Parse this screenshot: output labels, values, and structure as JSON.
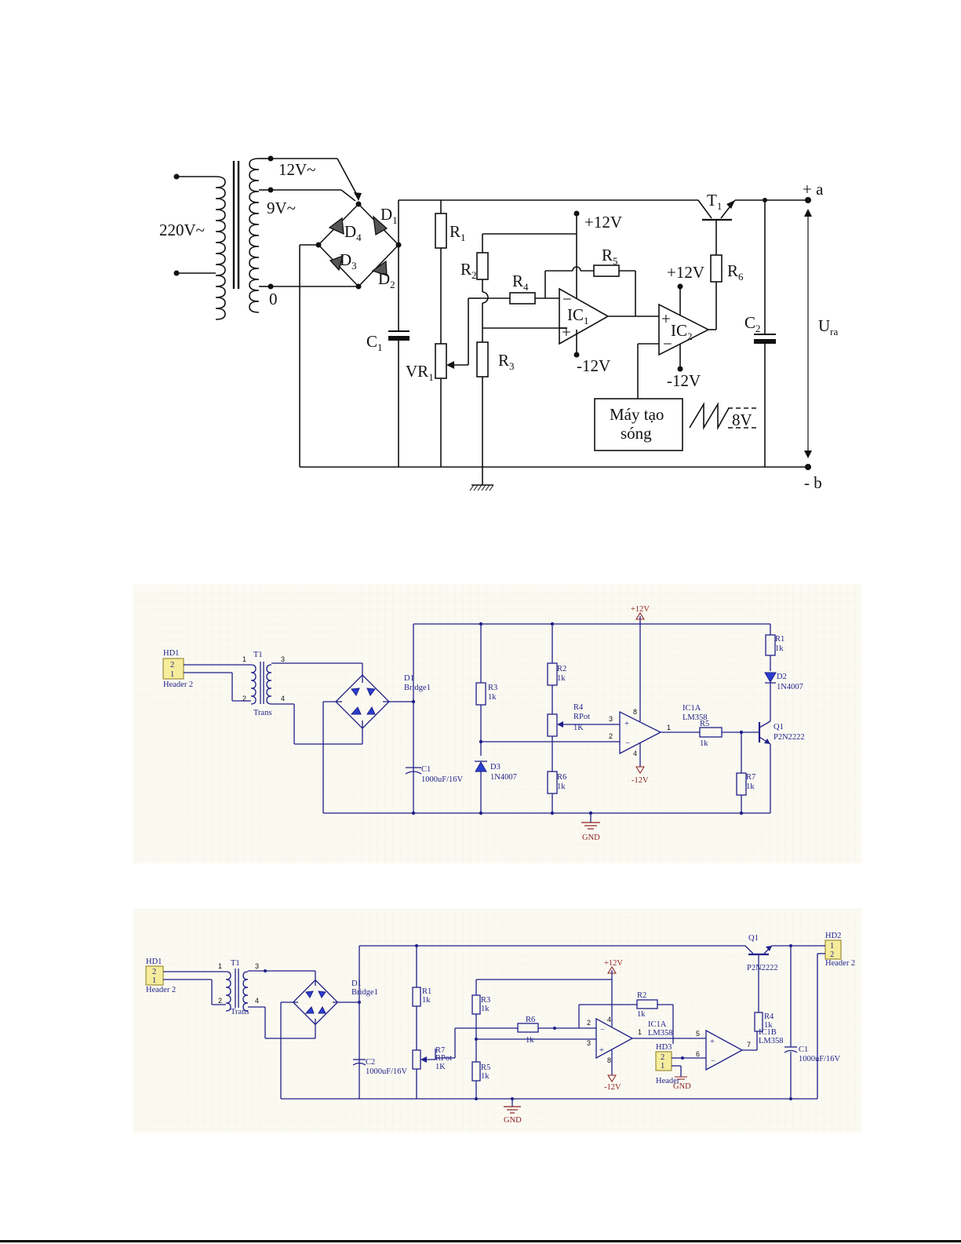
{
  "figure1": {
    "labels": {
      "v220": "220V~",
      "v12": "12V~",
      "v9": "9V~",
      "zero": "0",
      "d1": "D",
      "d1s": "1",
      "d2": "D",
      "d2s": "2",
      "d3": "D",
      "d3s": "3",
      "d4": "D",
      "d4s": "4",
      "c1": "C",
      "c1s": "1",
      "r1": "R",
      "r1s": "1",
      "vr1": "VR",
      "vr1s": "1",
      "r2": "R",
      "r2s": "2",
      "r3": "R",
      "r3s": "3",
      "r4": "R",
      "r4s": "4",
      "r5": "R",
      "r5s": "5",
      "r6": "R",
      "r6s": "6",
      "ic1": "IC",
      "ic1s": "1",
      "ic2": "IC",
      "ic2s": "2",
      "t1": "T",
      "t1s": "1",
      "c2": "C",
      "c2s": "2",
      "ura": "U",
      "uras": "ra",
      "vcc_a": "+12V",
      "vcc_b": "+12V",
      "vee_a": "-12V",
      "vee_b": "-12V",
      "plus_a": "+ a",
      "minus_b": "- b",
      "wavegen_line1": "Máy tạo",
      "wavegen_line2": "sóng",
      "wave_amp": "8V",
      "op_minus": "−",
      "op_plus": "+"
    }
  },
  "figure2": {
    "labels": {
      "hd1": "HD1",
      "hd1_pin2": "2",
      "hd1_pin1": "1",
      "hd1_type": "Header 2",
      "t1": "T1",
      "t1_type": "Trans",
      "p1": "1",
      "p2": "2",
      "p3": "3",
      "p4": "4",
      "d1": "D1",
      "bridge": "Bridge1",
      "c1": "C1",
      "c1_val": "1000uF/16V",
      "r3": "R3",
      "r3_val": "1k",
      "d3": "D3",
      "d3_val": "1N4007",
      "r2": "R2",
      "r2_val": "1k",
      "r4": "R4",
      "r4_type": "RPot",
      "r4_val": "1K",
      "r6": "R6",
      "r6_val": "1k",
      "vcc": "+12V",
      "vee": "-12V",
      "ic1a": "IC1A",
      "lm358": "LM358",
      "op_p3": "3",
      "op_p2": "2",
      "op_p1": "1",
      "op_p8": "8",
      "op_p4": "4",
      "r5": "R5",
      "r5_val": "1k",
      "r7": "R7",
      "r7_val": "1k",
      "r1": "R1",
      "r1_val": "1k",
      "d2": "D2",
      "d2_val": "1N4007",
      "q1": "Q1",
      "q1_type": "P2N2222",
      "gnd": "GND"
    }
  },
  "figure3": {
    "labels": {
      "hd1": "HD1",
      "hd1_pin2": "2",
      "hd1_pin1": "1",
      "hd1_type": "Header 2",
      "t1": "T1",
      "t1_type": "Trans",
      "p1": "1",
      "p2": "2",
      "p3": "3",
      "p4": "4",
      "d1": "D1",
      "bridge": "Bridge1",
      "c2": "C2",
      "c2_val": "1000uF/16V",
      "r1": "R1",
      "r1_val": "1k",
      "r7": "R7",
      "r7_type": "RPot",
      "r7_val": "1K",
      "r3": "R3",
      "r3_val": "1k",
      "r5": "R5",
      "r5_val": "1k",
      "r6": "R6",
      "r6_val": "1k",
      "vcc": "+12V",
      "vee": "-12V",
      "r2": "R2",
      "r2_val": "1k",
      "ic1a": "IC1A",
      "ic1a_type": "LM358",
      "op_p2": "2",
      "op_p3": "3",
      "op_p1": "1",
      "op_p4": "4",
      "op_p8": "8",
      "ic1b": "IC1B",
      "ic1b_type": "LM358",
      "op_p5": "5",
      "op_p6": "6",
      "op_p7": "7",
      "hd3": "HD3",
      "hd3_pin2": "2",
      "hd3_pin1": "1",
      "hd3_type": "Header",
      "q1": "Q1",
      "q1_type": "P2N2222",
      "r4": "R4",
      "r4_val": "1k",
      "c1": "C1",
      "c1_val": "1000uF/16V",
      "hd2": "HD2",
      "hd2_pin1": "1",
      "hd2_pin2": "2",
      "hd2_type": "Header 2",
      "gnd": "GND",
      "gnd_b": "GND"
    }
  }
}
